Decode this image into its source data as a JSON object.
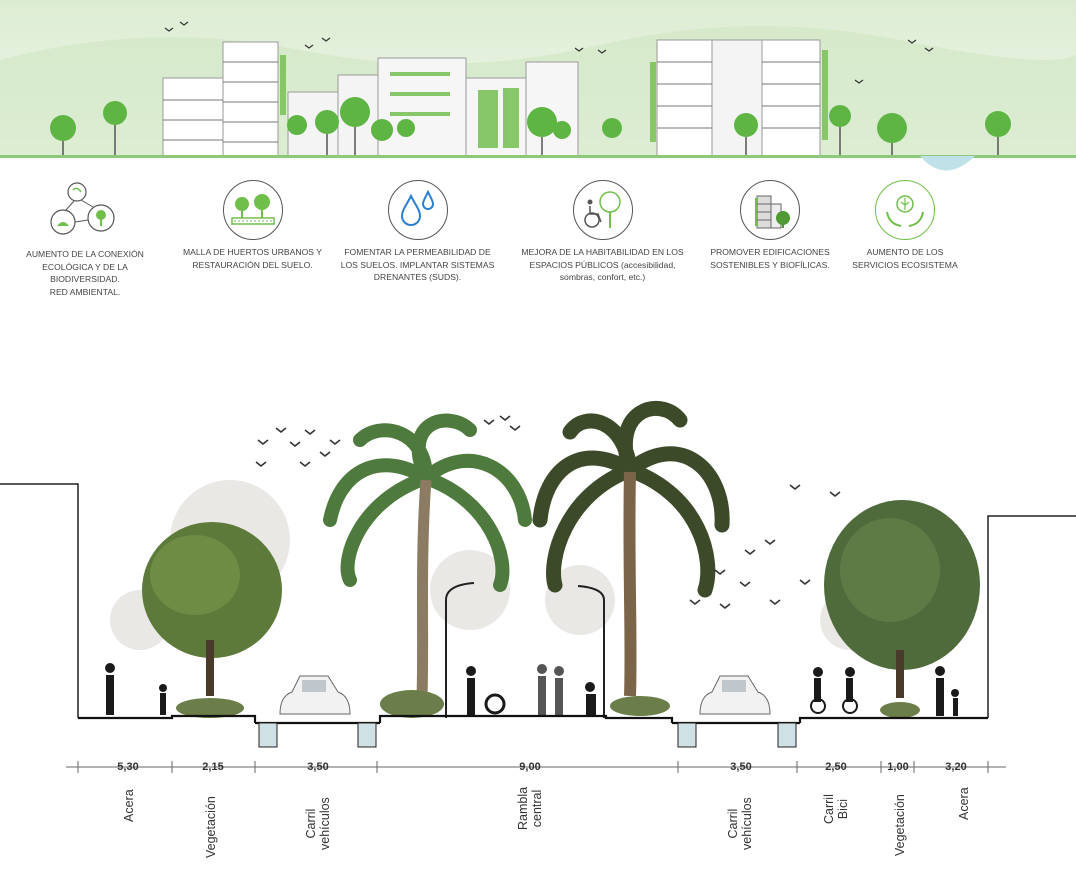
{
  "panorama": {
    "sky_color": "#f3f8ef",
    "green_color": "#cfe7c3",
    "accent_green": "#6fbf4a"
  },
  "strategies": [
    {
      "icon": "biodiversity-network-icon",
      "text": "AUMENTO DE LA CONEXIÓN\nECOLÓGICA Y DE LA BIODIVERSIDAD.\nRED AMBIENTAL."
    },
    {
      "icon": "urban-garden-icon",
      "text": "MALLA DE  HUERTOS URBANOS Y\nRESTAURACIÓN DEL SUELO."
    },
    {
      "icon": "water-drops-icon",
      "text": "FOMENTAR LA PERMEABILIDAD DE\nLOS SUELOS. IMPLANTAR SISTEMAS\nDRENANTES (SUDS)."
    },
    {
      "icon": "accessibility-tree-icon",
      "text": "MEJORA DE LA HABITABILIDAD EN LOS\nESPACIOS PÚBLICOS (accesibilidad,\nsombras, confort, etc.)"
    },
    {
      "icon": "green-building-icon",
      "text": "PROMOVER EDIFICACIONES\nSOSTENIBLES Y BIOFÍLICAS."
    },
    {
      "icon": "ecosystem-hands-icon",
      "text": "AUMENTO DE LOS\nSERVICIOS ECOSISTEMA"
    }
  ],
  "section": {
    "dimensions": [
      "5,30",
      "2,15",
      "3,50",
      "9,00",
      "3,50",
      "2,50",
      "1,00",
      "3,20"
    ],
    "zones": [
      "Acera",
      "Vegetación",
      "Carril\nvehículos",
      "Rambla\ncentral",
      "Carril\nvehículos",
      "Carril\nBici",
      "Vegetación",
      "Acera"
    ]
  }
}
